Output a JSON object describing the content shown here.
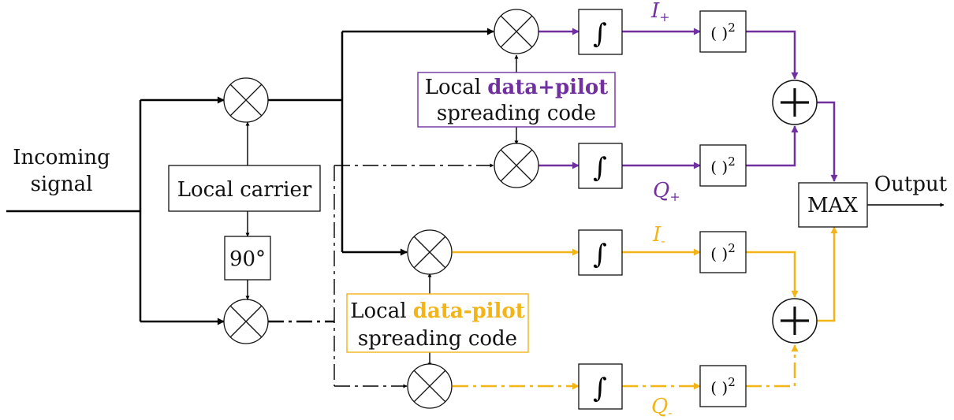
{
  "input": {
    "line1": "Incoming",
    "line2": "signal"
  },
  "carrier": {
    "label": "Local carrier"
  },
  "phase": {
    "label": "90°"
  },
  "code_plus": {
    "prefix": "Local ",
    "bold": "data+pilot",
    "line2": "spreading code"
  },
  "code_minus": {
    "prefix": "Local ",
    "bold": "data-pilot",
    "line2": "spreading code"
  },
  "integrator": {
    "symbol": "∫"
  },
  "square": {
    "label": "( )",
    "exponent": "2"
  },
  "branch": {
    "i_plus": {
      "letter": "I",
      "sub": "+"
    },
    "q_plus": {
      "letter": "Q",
      "sub": "+"
    },
    "i_minus": {
      "letter": "I",
      "sub": "-"
    },
    "q_minus": {
      "letter": "Q",
      "sub": "-"
    }
  },
  "max": {
    "label": "MAX"
  },
  "output": {
    "label": "Output"
  },
  "colors": {
    "plus": "#7030a0",
    "minus": "#f2b417",
    "signal": "#000000"
  }
}
